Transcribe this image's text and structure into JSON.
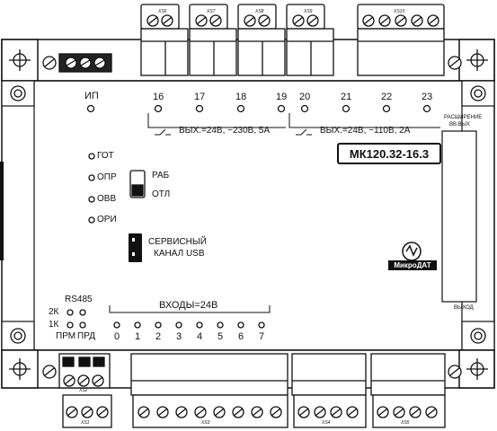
{
  "device": {
    "model": "МК120.32-16.3",
    "brand": "МикроДАТ"
  },
  "labels": {
    "power": "ИП",
    "ready": "ГОТ",
    "opr": "ОПР",
    "ovv": "ОВВ",
    "ori": "ОРИ",
    "run": "РАБ",
    "debug": "ОТЛ",
    "service_line1": "СЕРВИСНЫЙ",
    "service_line2": "КАНАЛ USB",
    "rs485": "RS485",
    "rs_2k": "2К",
    "rs_1k": "1К",
    "prm": "ПРМ",
    "prd": "ПРД",
    "inputs": "ВХОДЫ=24В",
    "exp_in_line1": "РАСШИРЕНИЕ",
    "exp_in_line2": "ВВ.ВЫХ",
    "exp_out": "ВЫХОД"
  },
  "outputs_group1": {
    "numbers": [
      "16",
      "17",
      "18",
      "19"
    ],
    "rating": "ВЫХ.=24В, ~230В, 5А"
  },
  "outputs_group2": {
    "numbers": [
      "20",
      "21",
      "22",
      "23"
    ],
    "rating": "ВЫХ.=24В, ~110В, 2А"
  },
  "inputs": {
    "numbers": [
      "0",
      "1",
      "2",
      "3",
      "4",
      "5",
      "6",
      "7"
    ]
  },
  "connectors": {
    "top": [
      "XS6",
      "XS7",
      "XS8",
      "XS9",
      "XS10"
    ],
    "bottom": [
      "XS1",
      "XS2",
      "XS3",
      "XS4",
      "XS5"
    ]
  }
}
